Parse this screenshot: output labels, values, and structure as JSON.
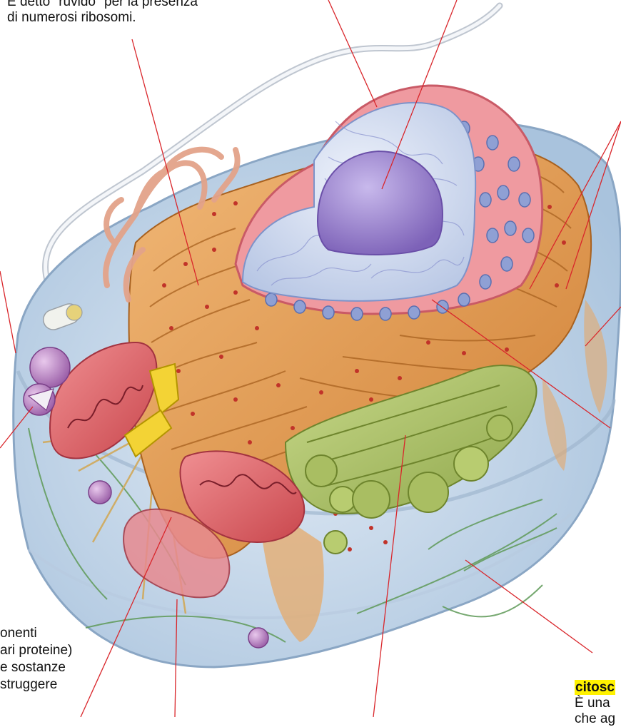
{
  "labels": {
    "rough_er_description": {
      "line1": "È detto \"ruvido\" per la presenza",
      "line2": "di numerosi ribosomi."
    },
    "lysosome_description": {
      "line1": "onenti",
      "line2": "ari proteine)",
      "line3": "e sostanze",
      "line4": "struggere"
    },
    "cytoskeleton": {
      "title": "citosc",
      "line1": "È una",
      "line2": "che ag"
    }
  },
  "colors": {
    "highlight": "#fff200",
    "leader_line": "#d9262b",
    "rough_er": "#e39a4c",
    "nucleus_envelope": "#e9858a",
    "nucleolus": "#9d86d0",
    "golgi": "#a9be62",
    "mitochondrion": "#e36a6e",
    "centriole": "#f3d335",
    "cytoplasm": "#c6d8ea"
  }
}
